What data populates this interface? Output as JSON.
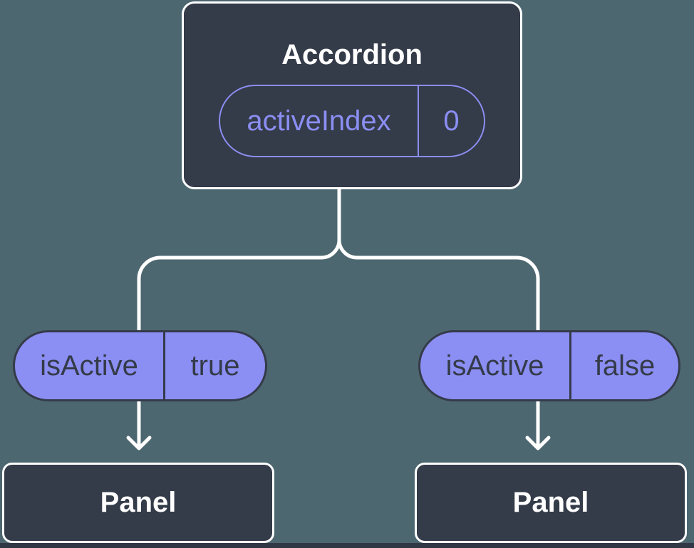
{
  "colors": {
    "background": "#4D6770",
    "node_fill": "#343B49",
    "node_border": "#FFFFFF",
    "accent_purple": "#8B8EF2",
    "dark_text": "#343B49",
    "white_text": "#FFFFFF",
    "bottom_strip": "#313845"
  },
  "diagram": {
    "root_node": {
      "title": "Accordion",
      "state_pill": {
        "name": "activeIndex",
        "value": "0"
      }
    },
    "children": [
      {
        "prop_pill": {
          "name": "isActive",
          "value": "true"
        },
        "node_title": "Panel"
      },
      {
        "prop_pill": {
          "name": "isActive",
          "value": "false"
        },
        "node_title": "Panel"
      }
    ]
  }
}
